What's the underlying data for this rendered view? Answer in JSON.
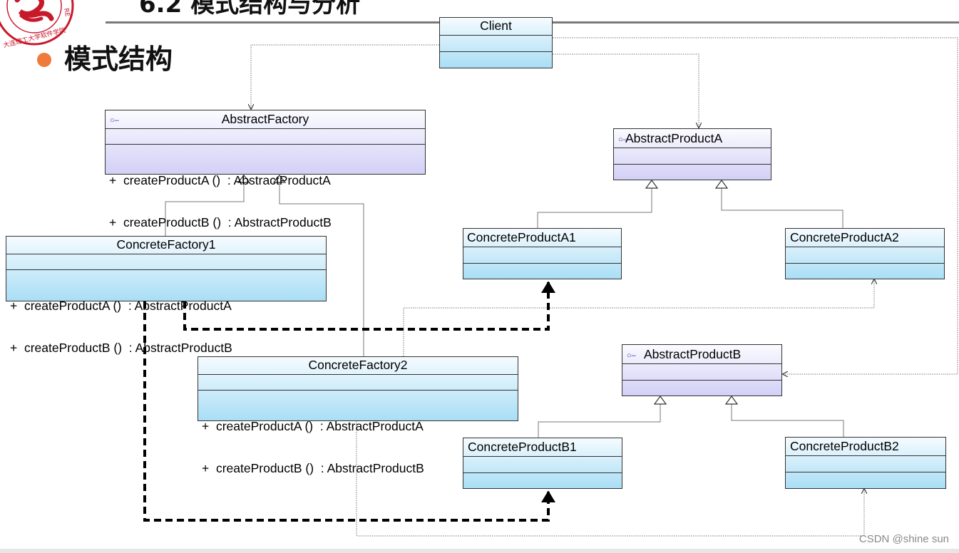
{
  "slide": {
    "title": "6.2 模式结构与分析",
    "logo_text": "大连理工大学软件学院",
    "logo_side_text": "RE",
    "heading": "模式结构"
  },
  "classes": {
    "client": {
      "name": "Client"
    },
    "abstract_factory": {
      "name": "AbstractFactory",
      "ops": [
        "+  createProductA ()  : AbstractProductA",
        "+  createProductB ()  : AbstractProductB"
      ]
    },
    "concrete_factory1": {
      "name": "ConcreteFactory1",
      "ops": [
        "+  createProductA ()  : AbstractProductA",
        "+  createProductB ()  : AbstractProductB"
      ]
    },
    "concrete_factory2": {
      "name": "ConcreteFactory2",
      "ops": [
        "+  createProductA ()  : AbstractProductA",
        "+  createProductB ()  : AbstractProductB"
      ]
    },
    "abstract_product_a": {
      "name": "AbstractProductA"
    },
    "concrete_product_a1": {
      "name": "ConcreteProductA1"
    },
    "concrete_product_a2": {
      "name": "ConcreteProductA2"
    },
    "abstract_product_b": {
      "name": "AbstractProductB"
    },
    "concrete_product_b1": {
      "name": "ConcreteProductB1"
    },
    "concrete_product_b2": {
      "name": "ConcreteProductB2"
    }
  },
  "stereotype_icon": "interface-icon",
  "colors": {
    "concrete_fill": "#a9def5",
    "abstract_fill": "#d2d0f6",
    "accent_bullet": "#ef7b3a",
    "logo_red": "#c8192b"
  },
  "watermark": "CSDN @shine sun"
}
